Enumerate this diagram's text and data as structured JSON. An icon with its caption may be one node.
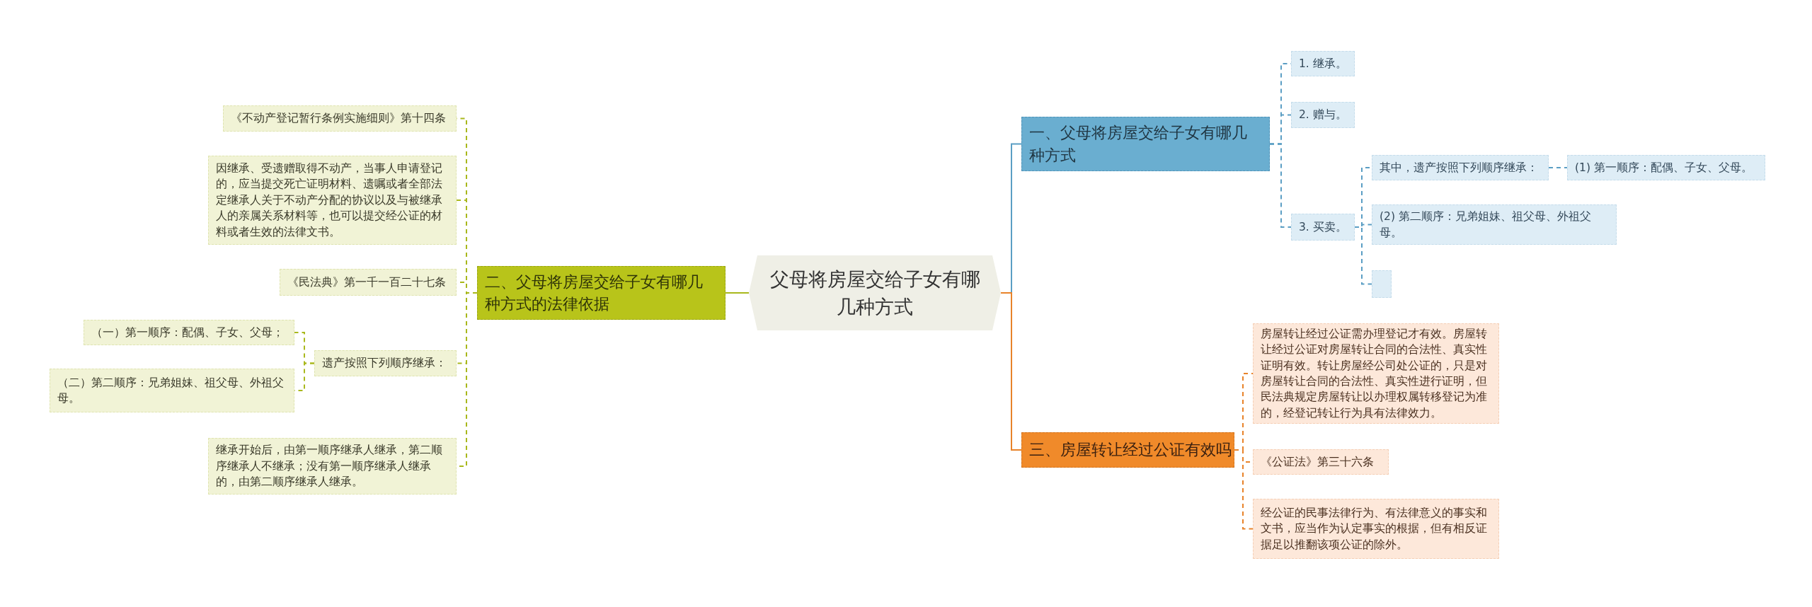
{
  "diagram": {
    "nodes": [
      {
        "text": [
          "父母将房屋交给子女有哪几种方式"
        ]
      },
      {
        "text": [
          "一、父母将房屋交给子女有哪几种方式"
        ]
      },
      {
        "text": [
          "1. 继承。"
        ]
      },
      {
        "text": [
          "2. 赠与。"
        ]
      },
      {
        "text": [
          "3. 买卖。"
        ]
      },
      {
        "text": [
          "其中，遗产按照下列顺序继承："
        ]
      },
      {
        "text": [
          "(1) 第一顺序：配偶、子女、父母。"
        ]
      },
      {
        "text": [
          "(2) 第二顺序：兄弟姐妹、祖父母、外祖父母。"
        ]
      },
      {
        "text": [],
        "shape": "box"
      },
      {
        "text": [
          "二、父母将房屋交给子女有哪几种方式的法律依据"
        ]
      },
      {
        "text": [
          "《不动产登记暂行条例实施细则》第十四条"
        ]
      },
      {
        "text": [
          "因继承、受遗赠取得不动产，当事人申请登记的，应当提交死亡证明材料、遗嘱或者全部法定继承人关于不动产分配的协议以及与被继承人的亲属关系材料等，也可以提交经公证的材料或者生效的法律文书。"
        ]
      },
      {
        "text": [
          "《民法典》第一千一百二十七条"
        ]
      },
      {
        "text": [
          "遗产按照下列顺序继承："
        ]
      },
      {
        "text": [
          "（一）第一顺序：配偶、子女、父母；"
        ]
      },
      {
        "text": [
          "（二）第二顺序：兄弟姐妹、祖父母、外祖父母。"
        ]
      },
      {
        "text": [
          "继承开始后，由第一顺序继承人继承，第二顺序继承人不继承；没有第一顺序继承人继承的，由第二顺序继承人继承。"
        ]
      },
      {
        "text": [
          "三、房屋转让经过公证有效吗"
        ]
      },
      {
        "text": [
          "房屋转让经过公证需办理登记才有效。房屋转让经过公证对房屋转让合同的合法性、真实性证明有效。转让房屋经公司处公证的，只是对房屋转让合同的合法性、真实性进行证明，但民法典规定房屋转让以办理权属转移登记为准的，经登记转让行为具有法律效力。"
        ]
      },
      {
        "text": [
          "《公证法》第三十六条"
        ]
      },
      {
        "text": [
          "经公证的民事法律行为、有法律意义的事实和文书，应当作为认定事实的根据，但有相反证据足以推翻该项公证的除外。"
        ]
      }
    ],
    "edges": [
      {
        "from": 0,
        "to": 1,
        "arrow": "none",
        "color": "#5b9ec4"
      },
      {
        "from": 1,
        "to": 2,
        "arrow": "none",
        "style": "dashed",
        "color": "#5b9ec4"
      },
      {
        "from": 1,
        "to": 3,
        "arrow": "none",
        "style": "dashed",
        "color": "#5b9ec4"
      },
      {
        "from": 1,
        "to": 4,
        "arrow": "none",
        "style": "dashed",
        "color": "#5b9ec4"
      },
      {
        "from": 4,
        "to": 5,
        "arrow": "none",
        "style": "dashed",
        "color": "#5b9ec4"
      },
      {
        "from": 5,
        "to": 6,
        "arrow": "none",
        "style": "dashed",
        "color": "#5b9ec4"
      },
      {
        "from": 4,
        "to": 7,
        "arrow": "none",
        "style": "dashed",
        "color": "#5b9ec4"
      },
      {
        "from": 4,
        "to": 8,
        "arrow": "none",
        "style": "dashed",
        "color": "#5b9ec4"
      },
      {
        "from": 0,
        "to": 9,
        "arrow": "none",
        "color": "#a9b81c"
      },
      {
        "from": 9,
        "to": 10,
        "arrow": "none",
        "style": "dashed",
        "color": "#a9b81c"
      },
      {
        "from": 9,
        "to": 11,
        "arrow": "none",
        "style": "dashed",
        "color": "#a9b81c"
      },
      {
        "from": 9,
        "to": 12,
        "arrow": "none",
        "style": "dashed",
        "color": "#a9b81c"
      },
      {
        "from": 9,
        "to": 13,
        "arrow": "none",
        "style": "dashed",
        "color": "#a9b81c"
      },
      {
        "from": 13,
        "to": 14,
        "arrow": "none",
        "style": "dashed",
        "color": "#a9b81c"
      },
      {
        "from": 13,
        "to": 15,
        "arrow": "none",
        "style": "dashed",
        "color": "#a9b81c"
      },
      {
        "from": 9,
        "to": 16,
        "arrow": "none",
        "style": "dashed",
        "color": "#a9b81c"
      },
      {
        "from": 0,
        "to": 17,
        "arrow": "none",
        "color": "#e8832a"
      },
      {
        "from": 17,
        "to": 18,
        "arrow": "none",
        "style": "dashed",
        "color": "#e8832a"
      },
      {
        "from": 17,
        "to": 19,
        "arrow": "none",
        "style": "dashed",
        "color": "#e8832a"
      },
      {
        "from": 17,
        "to": 20,
        "arrow": "none",
        "style": "dashed",
        "color": "#e8832a"
      }
    ]
  }
}
